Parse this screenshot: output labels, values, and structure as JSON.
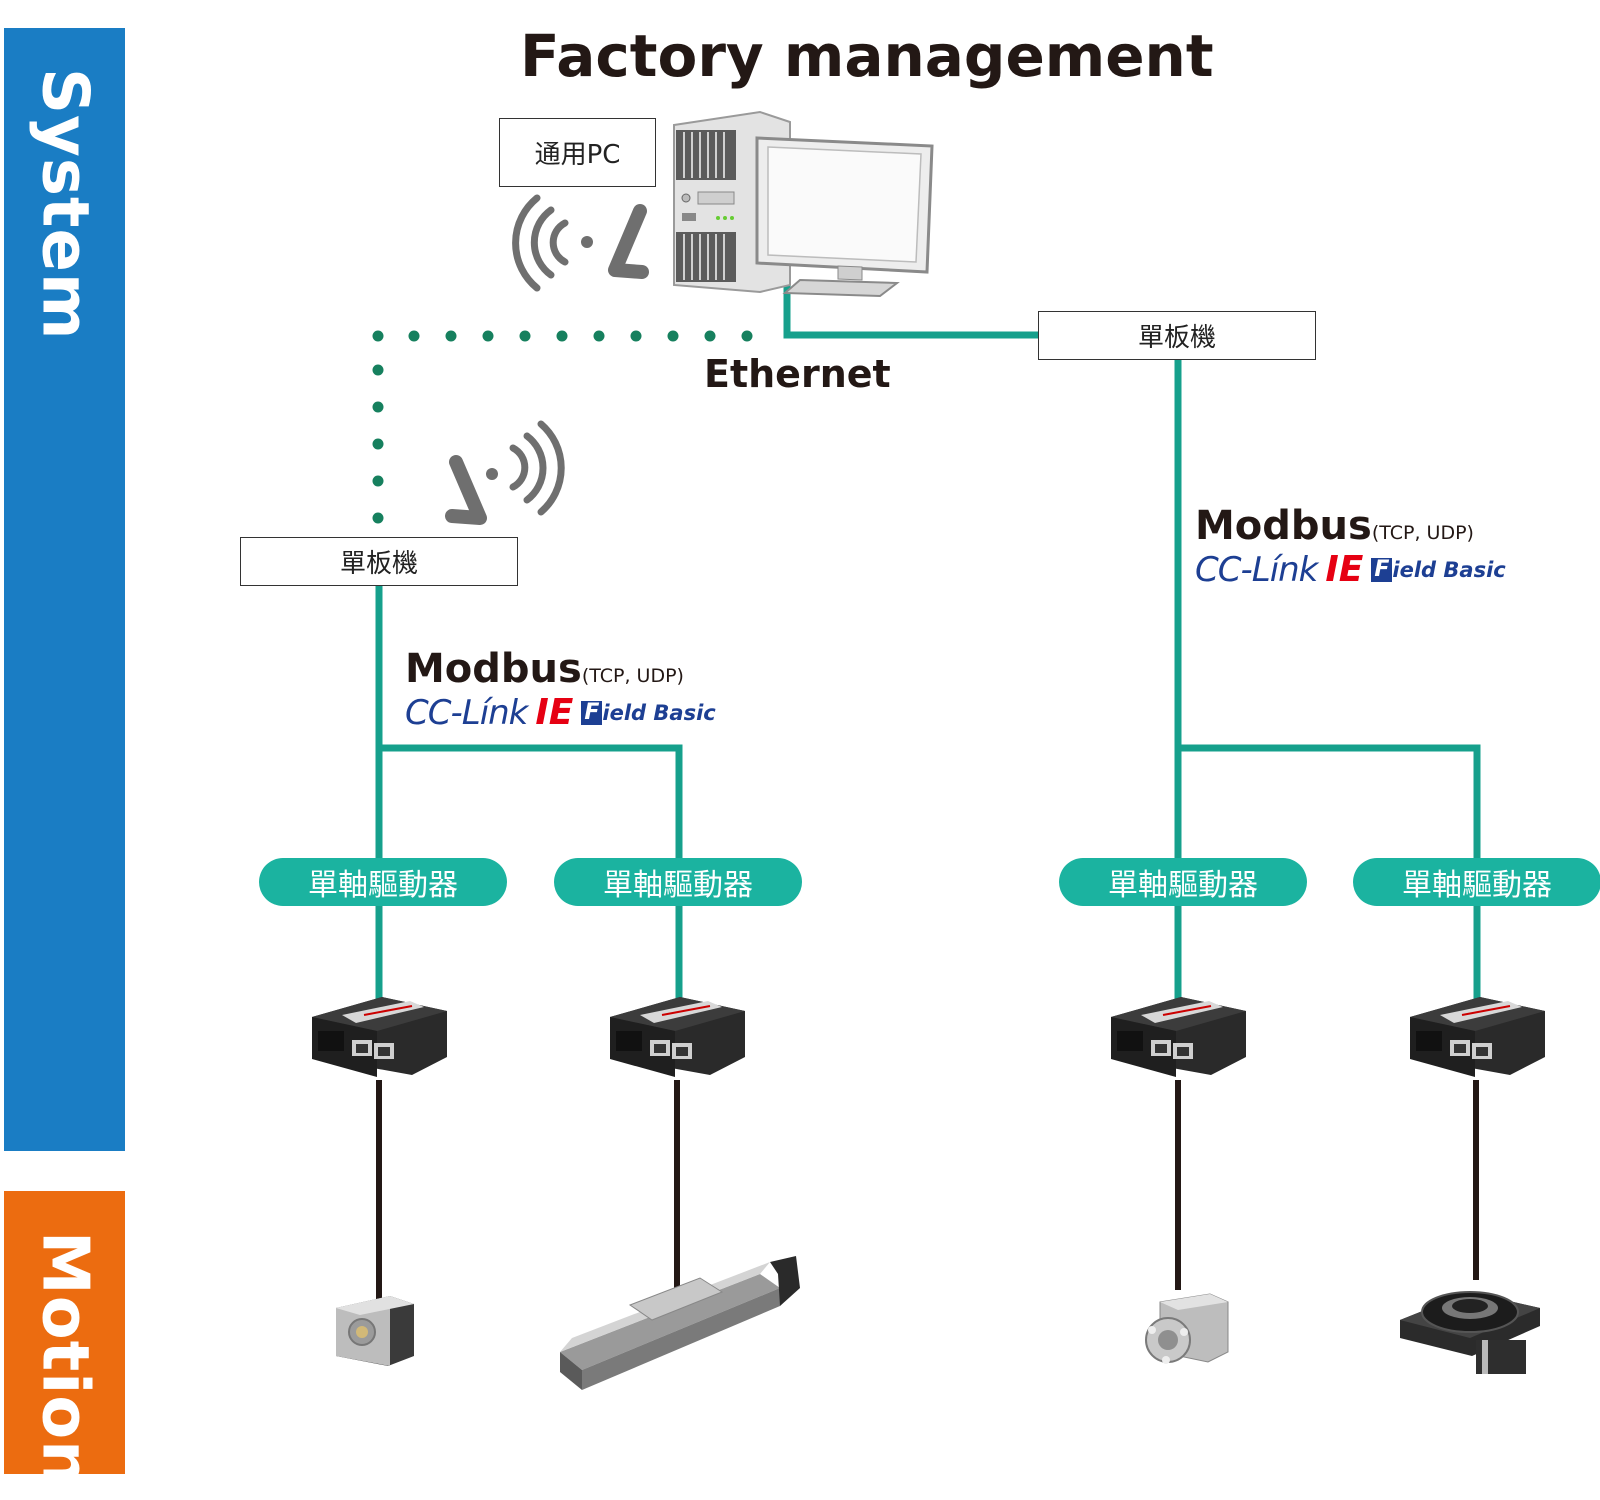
{
  "title": "Factory management",
  "side": {
    "system": "System",
    "motion": "Motion"
  },
  "pc": {
    "label": "通用PC"
  },
  "network": {
    "ethernet": "Ethernet"
  },
  "sbc": {
    "left": "單板機",
    "right": "單板機"
  },
  "protocol": {
    "modbus": "Modbus",
    "modbus_sub": "(TCP, UDP)",
    "cclink": "CC-Línk",
    "ie": "IE",
    "f": "F",
    "field_basic": "ield Basic"
  },
  "drivers": [
    "單軸驅動器",
    "單軸驅動器",
    "單軸驅動器",
    "單軸驅動器"
  ],
  "icons": [
    "wireless-antenna-icon",
    "desktop-pc-icon",
    "driver-module-icon",
    "stepper-motor-icon",
    "linear-actuator-icon",
    "gearhead-motor-icon",
    "rotary-table-icon"
  ],
  "colors": {
    "system": "#1a7dc4",
    "motion": "#ec6c10",
    "network": "#16a08c",
    "driver_pill": "#1bb3a0",
    "cclink_blue": "#1d3f93",
    "ie_red": "#e60012"
  }
}
